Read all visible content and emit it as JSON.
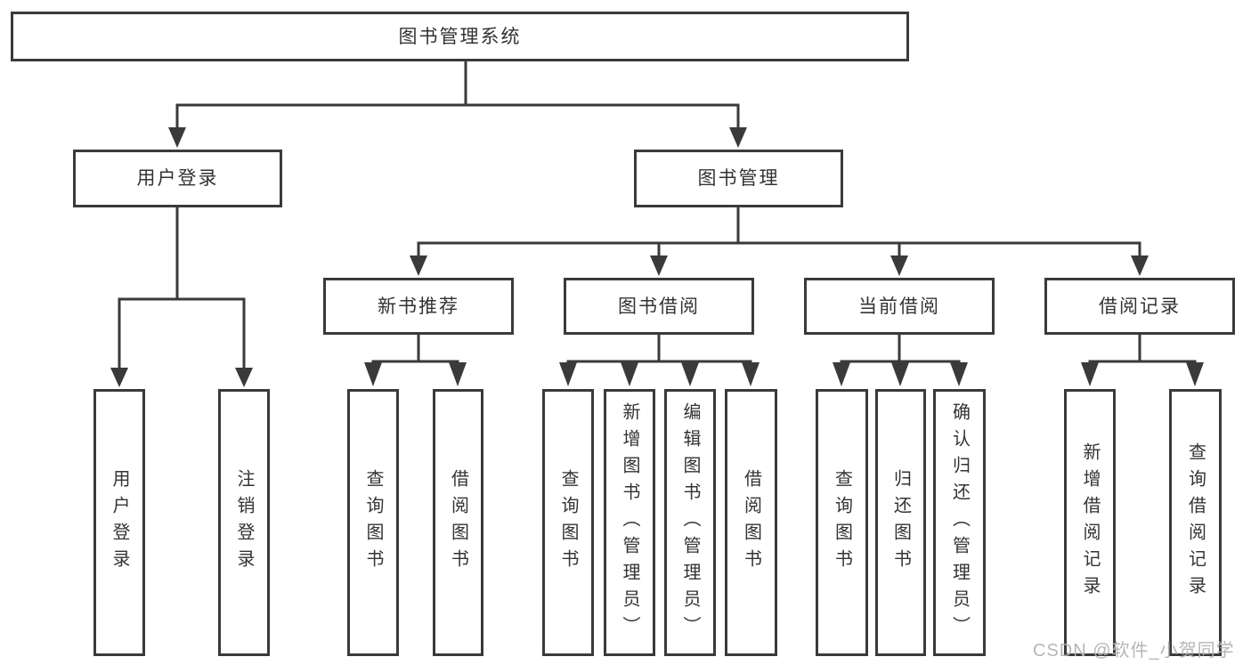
{
  "tree": {
    "root": "图书管理系统",
    "children": [
      {
        "label": "用户登录",
        "children": [
          "用户登录",
          "注销登录"
        ]
      },
      {
        "label": "图书管理",
        "children": [
          {
            "label": "新书推荐",
            "children": [
              "查询图书",
              "借阅图书"
            ]
          },
          {
            "label": "图书借阅",
            "children": [
              "查询图书",
              "新增图书（管理员）",
              "编辑图书（管理员）",
              "借阅图书"
            ]
          },
          {
            "label": "当前借阅",
            "children": [
              "查询图书",
              "归还图书",
              "确认归还（管理员）"
            ]
          },
          {
            "label": "借阅记录",
            "children": [
              "新增借阅记录",
              "查询借阅记录"
            ]
          }
        ]
      }
    ]
  },
  "watermark": "CSDN @软件_小贺同学",
  "colors": {
    "line": "#3a3a3a",
    "text": "#333333",
    "watermark": "#b2b2b2",
    "background": "#ffffff"
  }
}
